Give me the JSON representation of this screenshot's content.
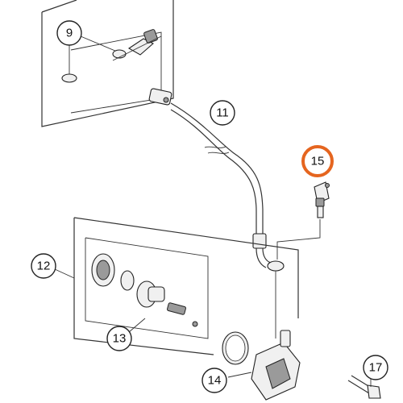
{
  "callouts": {
    "c9": {
      "label": "9"
    },
    "c11": {
      "label": "11"
    },
    "c12": {
      "label": "12"
    },
    "c13": {
      "label": "13"
    },
    "c14": {
      "label": "14"
    },
    "c15": {
      "label": "15"
    },
    "c17": {
      "label": "17"
    }
  },
  "highlight": {
    "color": "#e5651f"
  }
}
